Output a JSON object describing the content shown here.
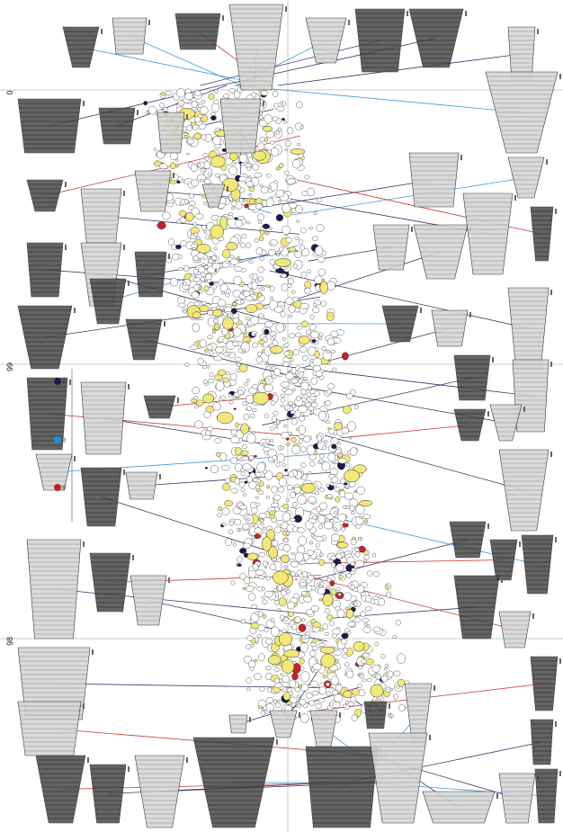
{
  "grid": {
    "labels": [
      "0",
      "99",
      "98"
    ]
  },
  "legend": {
    "items": [
      {
        "symbol": "dark-dot",
        "color": "#1c1c4a",
        "label": "04"
      },
      {
        "symbol": "blue-dot",
        "color": "#2b8fd6",
        "label": "02"
      },
      {
        "symbol": "red-dot",
        "color": "#c42222",
        "label": "06"
      }
    ]
  },
  "colors": {
    "pot": "#d6d6d6",
    "pot_dark": "#4a4a4a",
    "leader_dark": "#23235a",
    "leader_red": "#c42222",
    "leader_blue": "#2a8fd8",
    "sherd_yellow": "#f2e878",
    "sherd_dark": "#1c1c4a"
  }
}
